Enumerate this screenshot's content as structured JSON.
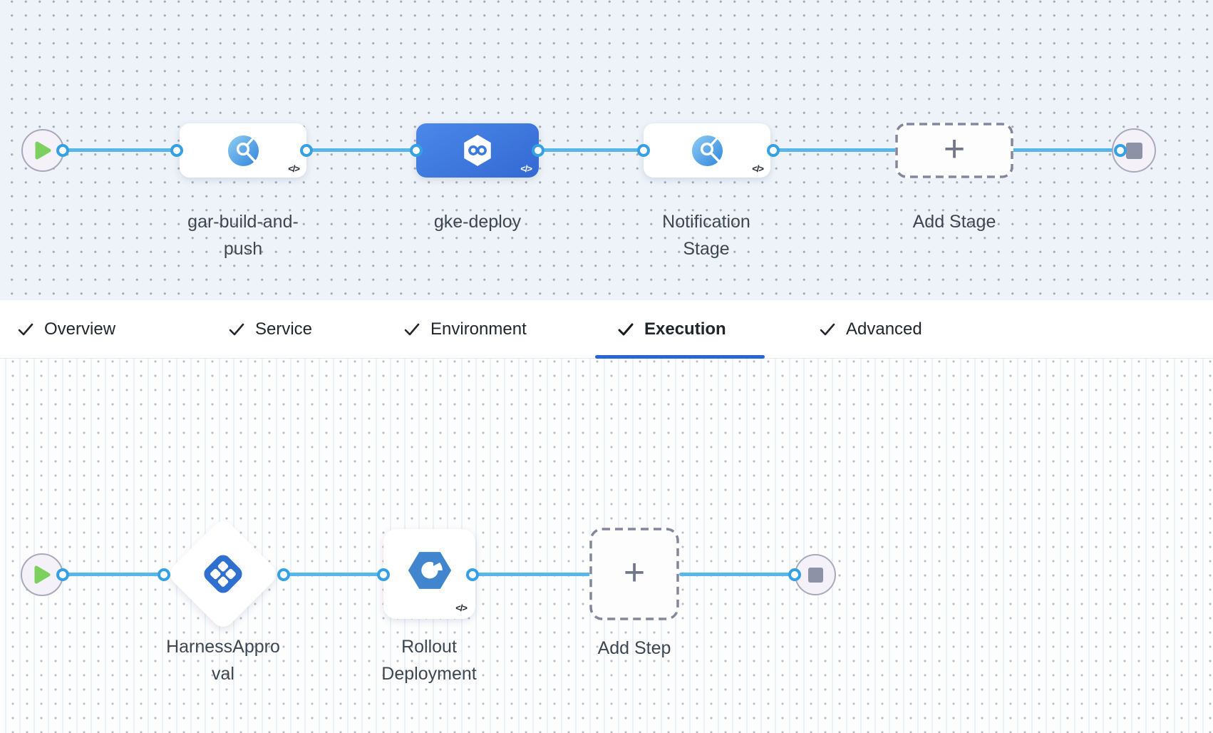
{
  "pipeline_stages": {
    "stages": [
      {
        "name": "gar-build-and-push",
        "type": "custom-stage",
        "code_badge": "</>",
        "selected": false
      },
      {
        "name": "gke-deploy",
        "type": "deploy-stage",
        "code_badge": "</>",
        "selected": true
      },
      {
        "name": "Notification Stage",
        "type": "custom-stage",
        "code_badge": "</>",
        "selected": false
      }
    ],
    "add_stage": {
      "label": "Add Stage",
      "plus_glyph": "+"
    }
  },
  "tabs": [
    {
      "label": "Overview",
      "checked": true,
      "active": false
    },
    {
      "label": "Service",
      "checked": true,
      "active": false
    },
    {
      "label": "Environment",
      "checked": true,
      "active": false
    },
    {
      "label": "Execution",
      "checked": true,
      "active": true
    },
    {
      "label": "Advanced",
      "checked": true,
      "active": false
    }
  ],
  "execution_steps": {
    "steps": [
      {
        "name": "HarnessApproval",
        "type": "approval-step"
      },
      {
        "name": "Rollout Deployment",
        "type": "gke-rollout-step",
        "code_badge": "</>"
      }
    ],
    "add_step": {
      "label": "Add Step",
      "plus_glyph": "+"
    }
  },
  "colors": {
    "edge_line": "#57b7ea",
    "connection_ring": "#36a0e5",
    "selected_stage_blue": "#3b76dc",
    "tab_underline_blue": "#2765d9",
    "play_green": "#7cd05e",
    "stop_gray": "#8e92a6",
    "approval_icon_blue": "#2e6fd0",
    "gke_icon_blue": "#4285cf",
    "canvas_top_bg": "#edf3f9",
    "label_text": "#3e4751"
  }
}
